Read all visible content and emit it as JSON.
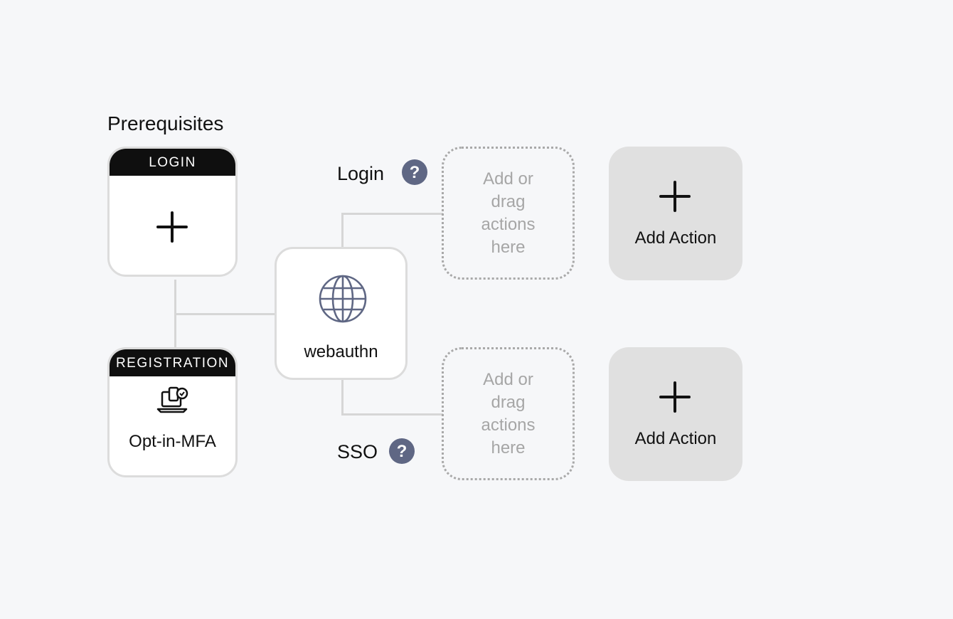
{
  "prerequisites": {
    "title": "Prerequisites",
    "login_card": {
      "header": "LOGIN",
      "icon": "plus-icon"
    },
    "registration_card": {
      "header": "REGISTRATION",
      "label": "Opt-in-MFA",
      "icon": "laptop-shield-icon"
    }
  },
  "center_node": {
    "label": "webauthn",
    "icon": "globe-icon"
  },
  "flows": [
    {
      "label": "Login",
      "help": "?",
      "drop_zone_text": "Add or drag actions here",
      "add_action_label": "Add Action"
    },
    {
      "label": "SSO",
      "help": "?",
      "drop_zone_text": "Add or drag actions here",
      "add_action_label": "Add Action"
    }
  ],
  "colors": {
    "background": "#f6f7f9",
    "header": "#0f0f0f",
    "help_icon": "#5f6784",
    "add_action_bg": "#e0e0e0",
    "connector": "#d6d6d6"
  }
}
